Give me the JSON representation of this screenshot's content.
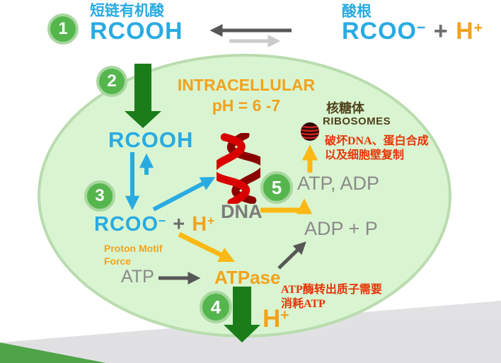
{
  "colors": {
    "cyan_text": "#29abe2",
    "orange_text": "#f2a21d",
    "gray_text": "#8a8a8a",
    "red_note": "#e83305",
    "olive_label": "#4e431c",
    "badge_green": "#55b64e",
    "dark_green_arrow": "#1a7d1a",
    "yellow_arrow": "#fcb814",
    "cell_fill": "#d9f4d0",
    "cell_border": "#b9dcae"
  },
  "steps": {
    "s1": "1",
    "s2": "2",
    "s3": "3",
    "s4": "4",
    "s5": "5"
  },
  "header": {
    "left_cn": "短链有机酸",
    "left_formula": "RCOOH",
    "right_cn": "酸根",
    "right_formula": {
      "base": "RCOO",
      "sup": "−",
      "plus": "+",
      "h": "H",
      "h_sup": "+"
    }
  },
  "cell": {
    "intracellular_line1": "INTRACELLULAR",
    "intracellular_line2": "pH = 6 -7",
    "rcooh": "RCOOH",
    "rcoo": {
      "base": "RCOO",
      "sup": "−",
      "plus": "+",
      "h": "H",
      "h_sup": "+"
    },
    "proton_motif_line1": "Proton Motif",
    "proton_motif_line2": "Force",
    "atp": "ATP",
    "atpase": "ATPase",
    "dna": "DNA",
    "atp_adp": "ATP, ADP",
    "adp_p": "ADP + P",
    "h_bottom": {
      "h": "H",
      "sup": "+"
    }
  },
  "ribosome": {
    "cn": "核糖体",
    "en": "RIBOSOMES"
  },
  "annotations": {
    "damage_line1": "破坏DNA、蛋白合成",
    "damage_line2": "以及细胞壁复制",
    "atpase_note_line1": "ATP酶转出质子需要",
    "atpase_note_line2": "消耗ATP"
  }
}
